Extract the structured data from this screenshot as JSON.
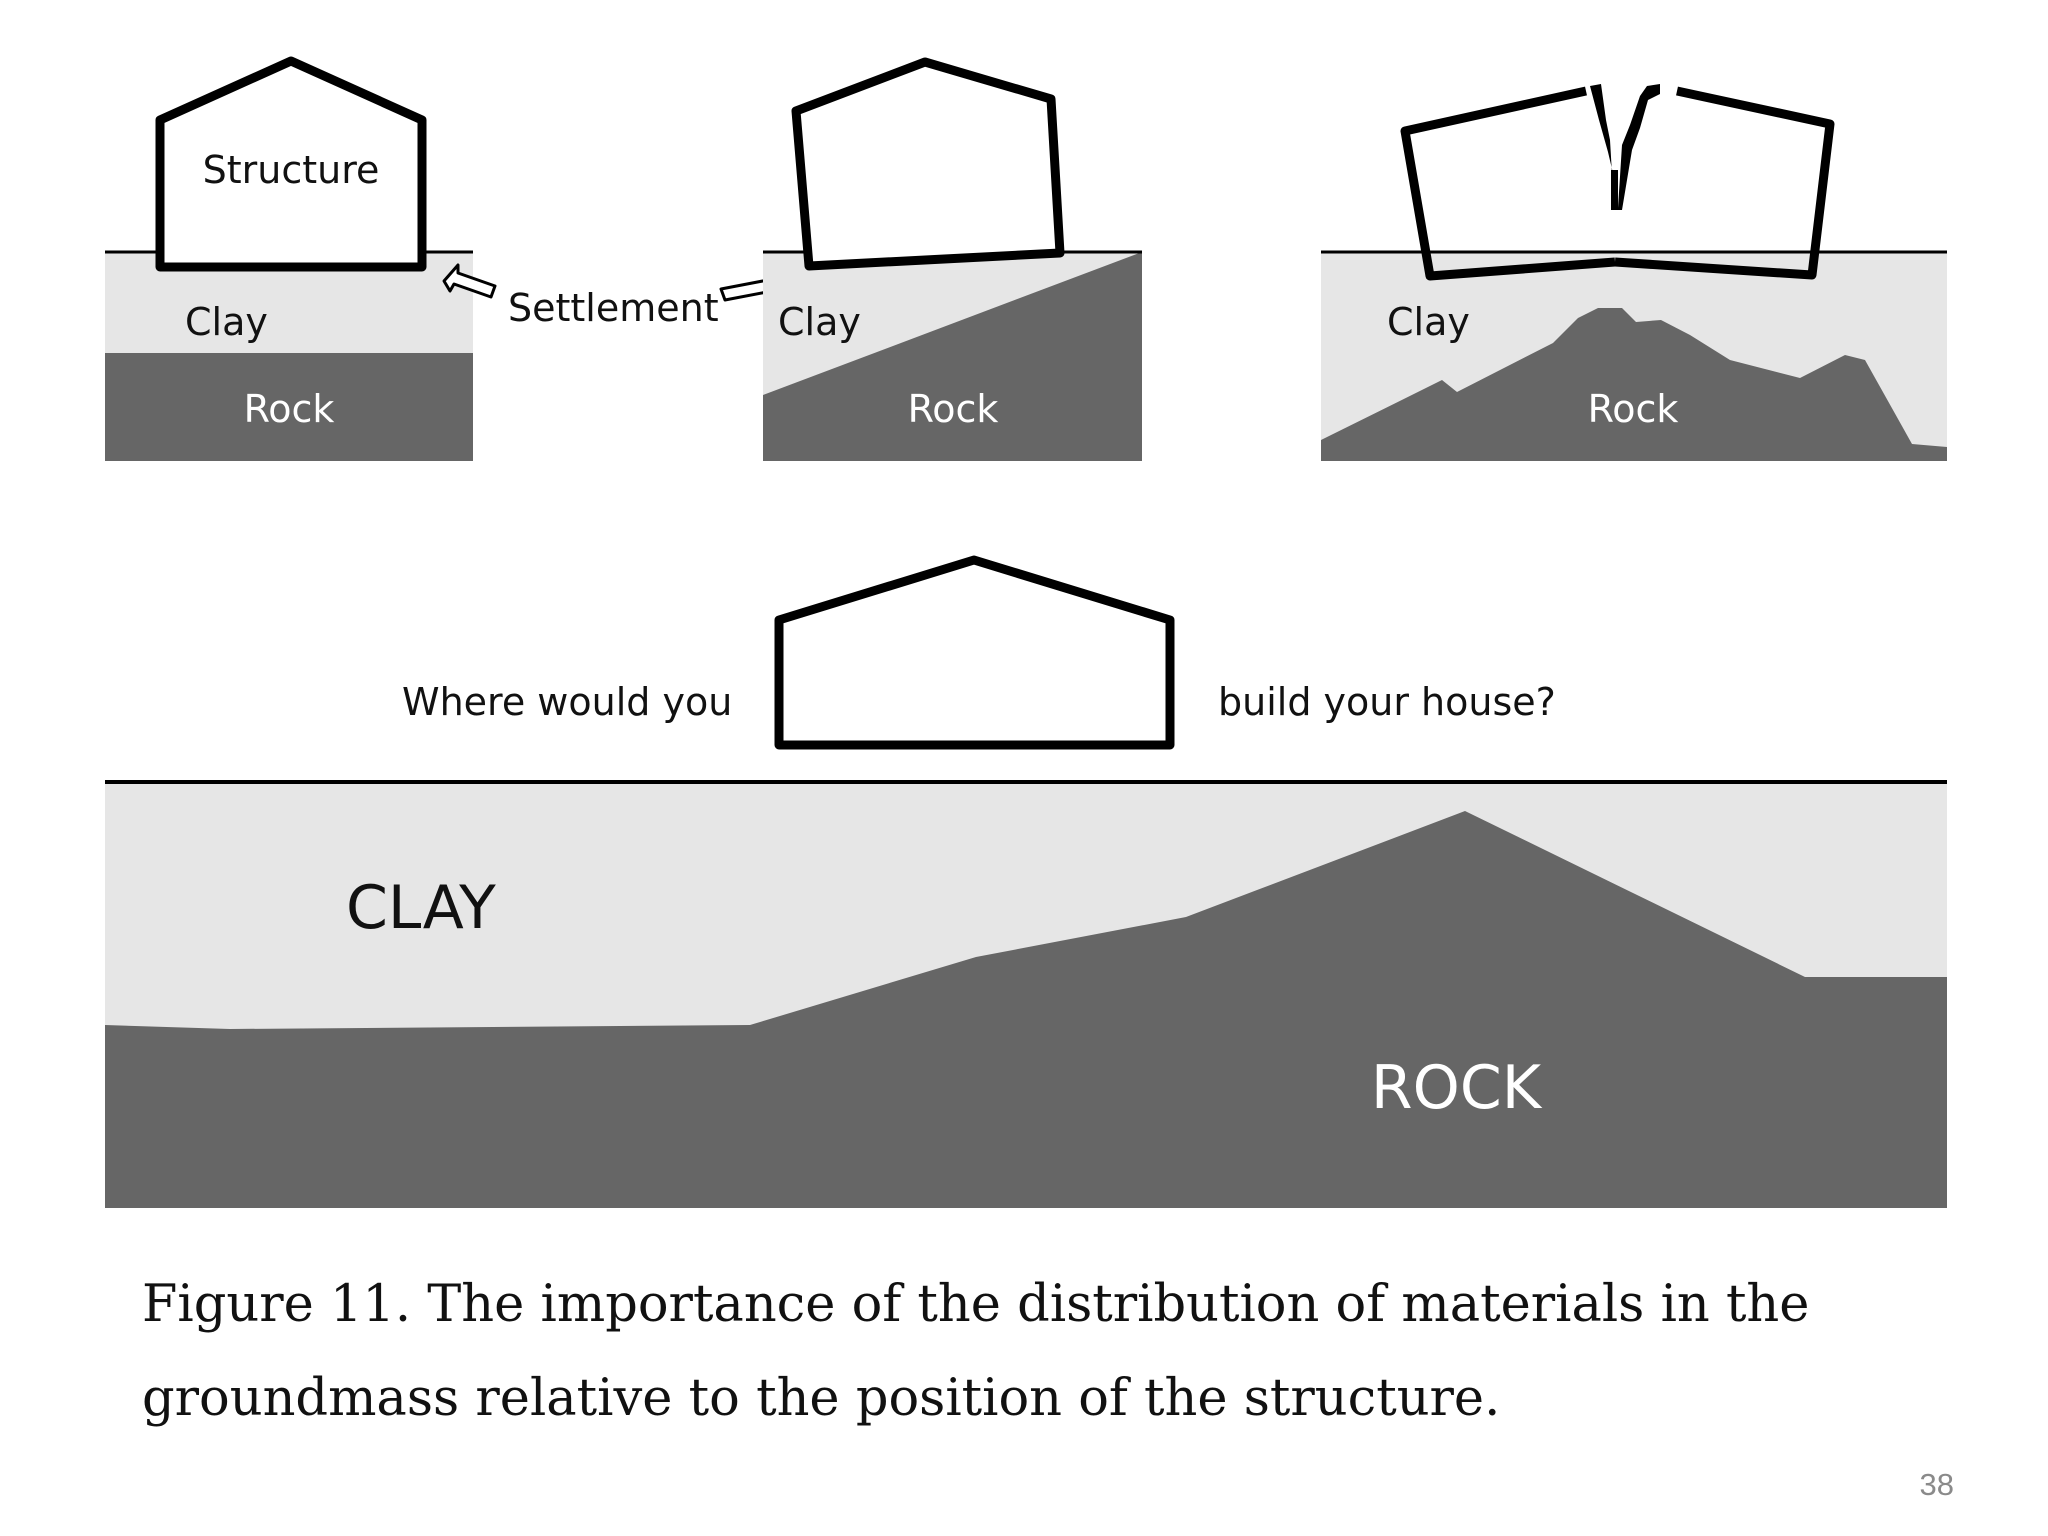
{
  "panels": {
    "panel1": {
      "structure_label": "Structure",
      "clay_label": "Clay",
      "rock_label": "Rock"
    },
    "panel2": {
      "clay_label": "Clay",
      "rock_label": "Rock"
    },
    "panel3": {
      "clay_label": "Clay",
      "rock_label": "Rock"
    }
  },
  "settlement_label": "Settlement",
  "question": {
    "left": "Where would you",
    "right": "build your house?"
  },
  "bottom_section": {
    "clay_label": "CLAY",
    "rock_label": "ROCK"
  },
  "caption": {
    "line1": "Figure 11. The importance of the distribution of materials in the",
    "line2": "groundmass relative to the position of the structure."
  },
  "page_number": "38",
  "colors": {
    "clay": "#e6e6e6",
    "rock": "#666666",
    "outline": "#000000"
  }
}
